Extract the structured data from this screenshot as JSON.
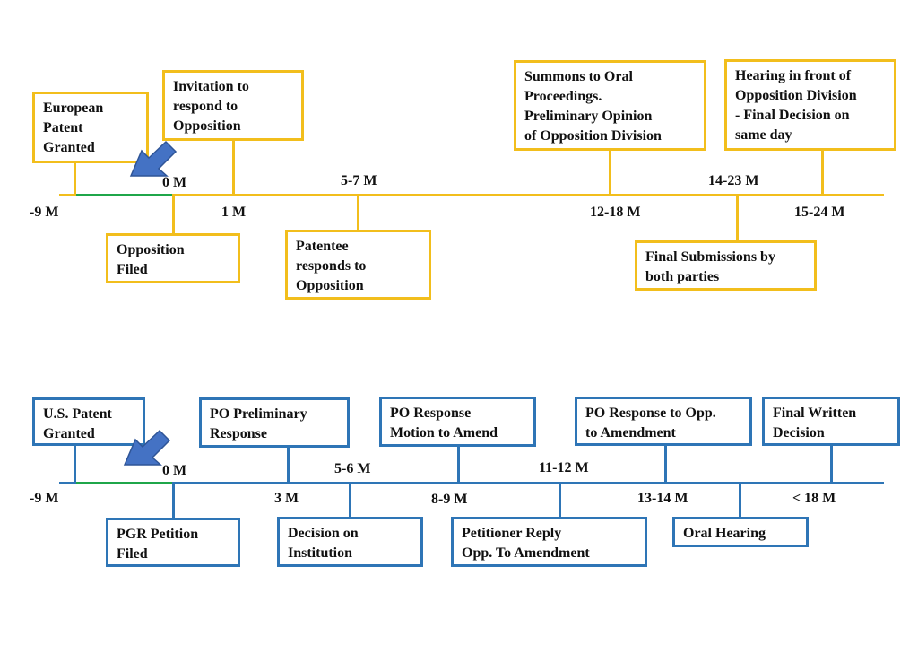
{
  "colors": {
    "eu_line": "#F2BE1C",
    "us_line": "#2E75B6",
    "initial_period": "#1FA64A",
    "arrow": "#4472C4"
  },
  "eu": {
    "ticks": {
      "m9": "-9 M",
      "m0": "0 M",
      "m1": "1 M",
      "m57": "5-7 M",
      "m1218": "12-18 M",
      "m1423": "14-23 M",
      "m1524": "15-24 M"
    },
    "boxes": {
      "granted": "European\nPatent\nGranted",
      "invitation": "Invitation to\nrespond to\nOpposition",
      "summons": "Summons to Oral\nProceedings.\nPreliminary Opinion\nof Opposition Division",
      "hearing": "Hearing in front of\nOpposition Division\n- Final Decision on\nsame day",
      "filed": "Opposition\nFiled",
      "patentee": "Patentee\nresponds to\nOpposition",
      "final_submissions": "Final Submissions by\nboth parties"
    }
  },
  "us": {
    "ticks": {
      "m9": "-9 M",
      "m0": "0 M",
      "m3": "3 M",
      "m56": "5-6 M",
      "m89": "8-9 M",
      "m1112": "11-12 M",
      "m1314": "13-14 M",
      "m18": "< 18 M"
    },
    "boxes": {
      "granted": "U.S. Patent\nGranted",
      "po_prelim": "PO Preliminary\nResponse",
      "po_response": "PO Response\nMotion to Amend",
      "po_response_opp": "PO Response to Opp.\nto Amendment",
      "final_decision": "Final Written\nDecision",
      "pgr_filed": "PGR Petition\nFiled",
      "institution": "Decision on\nInstitution",
      "petitioner_reply": "Petitioner Reply\nOpp. To Amendment",
      "oral_hearing": "Oral Hearing"
    }
  }
}
